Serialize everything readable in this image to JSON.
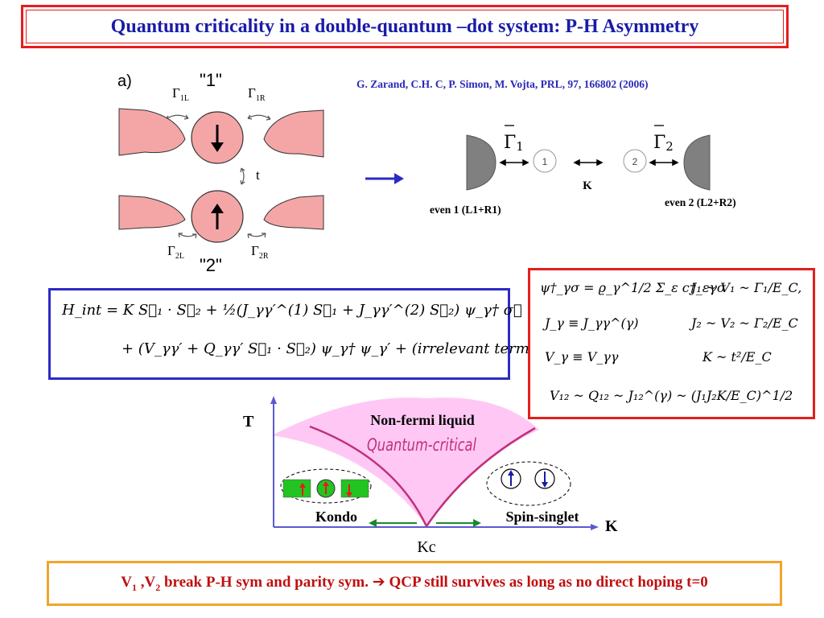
{
  "title": "Quantum criticality in a double-quantum –dot system: P-H Asymmetry",
  "citation": "G. Zarand, C.H. C, P. Simon, M. Vojta, PRL, 97, 166802 (2006)",
  "figure_a": {
    "panel_label": "a)",
    "dot1_label": "\"1\"",
    "dot2_label": "\"2\"",
    "gamma_1L": "Γ",
    "gamma_1L_sub": "1L",
    "gamma_1R": "Γ",
    "gamma_1R_sub": "1R",
    "gamma_2L": "Γ",
    "gamma_2L_sub": "2L",
    "gamma_2R": "Γ",
    "gamma_2R_sub": "2R",
    "tunneling": "t"
  },
  "figure_b": {
    "gamma1": "Γ",
    "gamma1_sub": "1",
    "gamma2": "Γ",
    "gamma2_sub": "2",
    "dot1": "1",
    "dot2": "2",
    "coupling": "K",
    "lead1_label": "even 1 (L1+R1)",
    "lead2_label": "even 2 (L2+R2)"
  },
  "hamiltonian": {
    "line1": "H_int = K S⃗₁ · S⃗₂ + ½(J_γγ′^(1) S⃗₁ + J_γγ′^(2) S⃗₂) ψ_γ† σ⃗ ψ_γ′",
    "line2": "+ (V_γγ′ + Q_γγ′ S⃗₁ · S⃗₂) ψ_γ† ψ_γ′ + (irrelevant terms)."
  },
  "definitions": {
    "psi": "ψ†_γσ = ϱ_γ^1/2 Σ_ε c†_εγσ",
    "j1": "J₁ ~ V₁ ~ Γ₁/E_C,",
    "jgamma": "J_γ ≡ J_γγ^(γ)",
    "j2": "J₂ ~ V₂ ~ Γ₂/E_C",
    "vgamma": "V_γ ≡ V_γγ",
    "k": "K ~ t²/E_C",
    "v12": "V₁₂ ~ Q₁₂ ~  J₁₂^(γ) ~ (J₁J₂K/E_C)^1/2"
  },
  "phase_diagram": {
    "y_axis": "T",
    "x_axis": "K",
    "critical_point": "Kc",
    "region_top": "Non-fermi liquid",
    "region_top_sub": "Quantum-critical",
    "left_phase": "Kondo",
    "right_phase": "Spin-singlet"
  },
  "conclusion": {
    "v1": "V",
    "v1_sub": "1",
    "sep": " ,V",
    "v2_sub": "2",
    "text1": " break P-H sym and parity sym. ",
    "arrow": "➔",
    "text2": " QCP still survives as long as no direct hoping t=0"
  },
  "colors": {
    "title_border": "#e41e1e",
    "title_text": "#1a1aa8",
    "citation": "#2a2ab8",
    "ham_border": "#2b2bc4",
    "def_border": "#e41e1e",
    "bottom_border": "#f2a42a",
    "bottom_text": "#c01010",
    "qc_fill": "#ffc8f4",
    "qc_line": "#c0307a",
    "lead_pink": "#f4a6a6",
    "kondo_green": "#22c422",
    "arrow_green": "#1c8a2a"
  }
}
